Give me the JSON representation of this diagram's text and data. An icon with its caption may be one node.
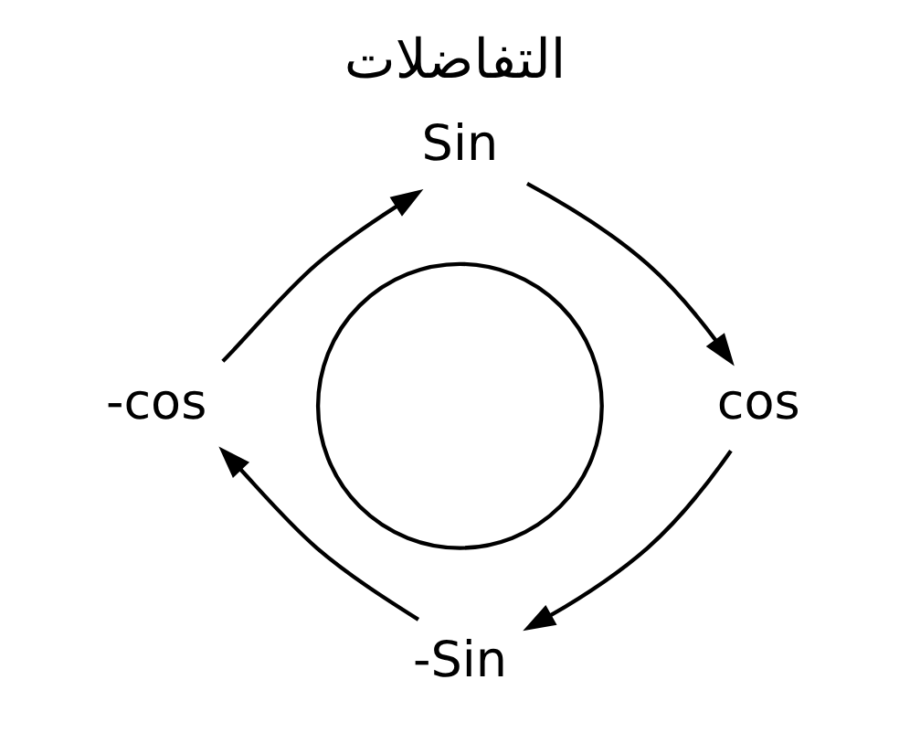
{
  "diagram": {
    "title": "التفاضلات",
    "nodes": [
      {
        "text": [
          "Sin"
        ]
      },
      {
        "text": [
          "-cos"
        ]
      },
      {
        "text": [],
        "shape": "circle"
      },
      {
        "text": [
          "cos"
        ]
      },
      {
        "text": [
          "-Sin"
        ]
      }
    ],
    "edges": [
      {
        "from": 1,
        "to": 0,
        "arrow": "to"
      },
      {
        "from": 0,
        "to": 3,
        "arrow": "to"
      },
      {
        "from": 3,
        "to": 4,
        "arrow": "to"
      },
      {
        "from": 4,
        "to": 1,
        "arrow": "to"
      }
    ]
  }
}
